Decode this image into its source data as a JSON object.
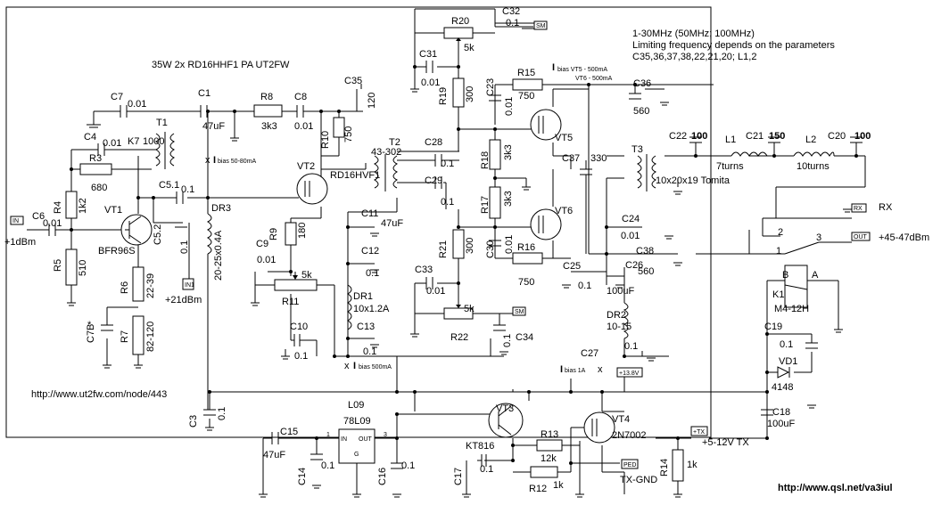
{
  "notes": {
    "title": "35W 2x RD16HHF1 PA UT2FW",
    "freq1": "1-30MHz (50MHz; 100MHz)",
    "freq2": "Limiting frequency depends on the parameters",
    "freq3": "C35,36,37,38,22,21,20; L1,2",
    "url1": "http://www.ut2fw.com/node/443",
    "url2": "http://www.qsl.net/va3iul",
    "ibias_vt5": "bias VT5 - 500mA",
    "ibias_vt6": "VT6 - 500mA",
    "ibias_vt2": "bias 50-80mA",
    "ibias_500": "bias 500mA",
    "ibias_1a": "bias 1A",
    "i_letter": "I"
  },
  "ports": {
    "in_tag": "IN",
    "in_level": "+1dBm",
    "in1_tag": "IN1",
    "in1_level": "+21dBm",
    "rx_tag": "RX",
    "rx_label": "RX",
    "out_tag": "OUT",
    "out_level": "+45-47dBm",
    "sm_tag": "SM",
    "v138_tag": "+13.8V",
    "tx_tag": "+TX",
    "tx_label": "+5-12V TX",
    "ped_tag": "PED",
    "txgnd_label": "TX-GND"
  },
  "components": {
    "R20": "R20",
    "R20v": "5k",
    "C32": "C32",
    "C32v": "0.1",
    "C31": "C31",
    "C31v": "0.01",
    "R19": "R19",
    "R19v": "300",
    "C23": "C23",
    "C23v": "0.01",
    "R15": "R15",
    "R15v": "750",
    "C36": "C36",
    "C36v": "560",
    "C35": "C35",
    "C35v": "120",
    "C7": "C7",
    "C7v": "0.01",
    "C1": "C1",
    "C1v": "47uF",
    "R8": "R8",
    "R8v": "3k3",
    "C8": "C8",
    "C8v": "0.01",
    "R10": "R10",
    "R10v": "750",
    "T1": "T1",
    "K7": "K7",
    "K7v": "1000",
    "C4": "C4",
    "C4v": "0.01",
    "R3": "R3",
    "R3v": "680",
    "R4": "R4",
    "R4v": "1k2",
    "C5_1": "C5.1",
    "C5_1v": "0.1",
    "T2": "T2",
    "T2v": "43-302",
    "VT2": "VT2",
    "VT2v": "RD16HVF1",
    "C28": "C28",
    "C28v": "0.1",
    "C29": "C29",
    "C29v": "0.1",
    "R18": "R18",
    "R18v": "3k3",
    "R17": "R17",
    "R17v": "3k3",
    "VT5": "VT5",
    "VT6": "VT6",
    "C37": "C37",
    "C37v": "330",
    "T3": "T3",
    "T3v": "10x20x19 Tomita",
    "C22": "C22",
    "C22v": "100",
    "L1": "L1",
    "L1v": "7turns",
    "C21": "C21",
    "C21v": "150",
    "L2": "L2",
    "L2v": "10turns",
    "C20": "C20",
    "C20v": "100",
    "C6": "C6",
    "C6v": "0.01",
    "VT1": "VT1",
    "VT1v": "BFR96S",
    "R5": "R5",
    "R5v": "510",
    "C5_2": "C5.2",
    "C5_2v": "0.1",
    "DR3": "DR3",
    "DR3v": "20-25x0.4A",
    "R6": "R6",
    "R6v": "22-39",
    "R7": "R7",
    "R7v": "82-120",
    "C7B": "C7B",
    "C11": "C11",
    "C11v": "47uF",
    "C12": "C12",
    "C12v": "0.1",
    "R9": "R9",
    "R9v": "180",
    "C9": "C9",
    "C9v": "0.01",
    "R11": "R11",
    "R11v": "5k",
    "DR1": "DR1",
    "DR1v": "10x1.2A",
    "C13": "C13",
    "C13v": "0.1",
    "C10": "C10",
    "C10v": "0.1",
    "R21": "R21",
    "R21v": "300",
    "C30": "C30",
    "C30v": "0.01",
    "C33": "C33",
    "C33v": "0.01",
    "R22": "R22",
    "R22v": "5k",
    "C34": "C34",
    "C34v": "0.1",
    "R16": "R16",
    "R16v": "750",
    "C24": "C24",
    "C24v": "0.01",
    "C38": "C38",
    "C38v": "560",
    "C25": "C25",
    "C25v": "0.1",
    "C26": "C26",
    "C26v": "100uF",
    "DR2": "DR2",
    "DR2v": "10-15",
    "C27": "C27",
    "C27v": "0.1",
    "K1": "K1",
    "K1v": "M4-12H",
    "K1a": "A",
    "K1b": "B",
    "sw1": "1",
    "sw2": "2",
    "sw3": "3",
    "C19": "C19",
    "C19v": "0.1",
    "VD1": "VD1",
    "VD1v": "4148",
    "C18": "C18",
    "C18v": "100uF",
    "C3": "C3",
    "C3v": "0.1",
    "C15": "C15",
    "C15v": "47uF",
    "L09": "L09",
    "L09v": "78L09",
    "pin1": "1",
    "pin2": "G",
    "pin3": "3",
    "pinIN": "IN",
    "pinOUT": "OUT",
    "C14": "C14",
    "C14v": "0.1",
    "C16": "C16",
    "C16v": "0.1",
    "VT3": "VT3",
    "VT3v": "KT816",
    "R13": "R13",
    "R13v": "12k",
    "VT4": "VT4",
    "VT4v": "2N7002",
    "R12": "R12",
    "R12v": "1k",
    "R14": "R14",
    "R14v": "1k",
    "C17": "C17",
    "C17v": "0.1",
    "star": "*",
    "x": "x"
  }
}
